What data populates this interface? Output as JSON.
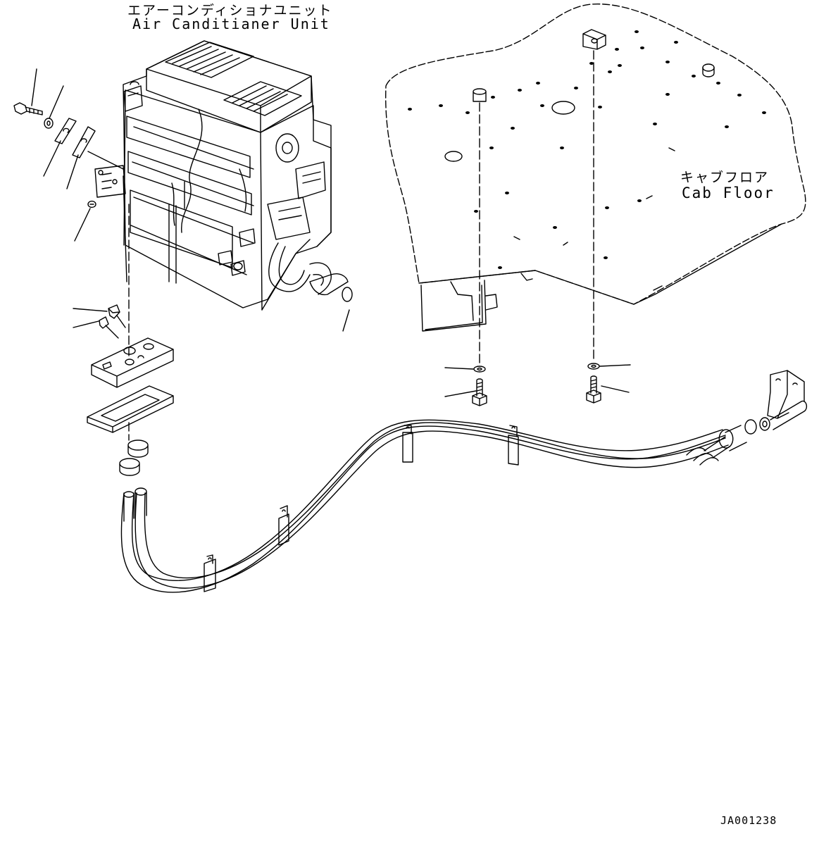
{
  "labels": {
    "air_conditioner_jp": "エアーコンディショナユニット",
    "air_conditioner_en": "Air Canditianer Unit",
    "cab_floor_jp": "キャブフロア",
    "cab_floor_en": "Cab Floor",
    "drawing_code": "JA001238"
  },
  "colors": {
    "line": "#000000",
    "background": "#ffffff"
  }
}
